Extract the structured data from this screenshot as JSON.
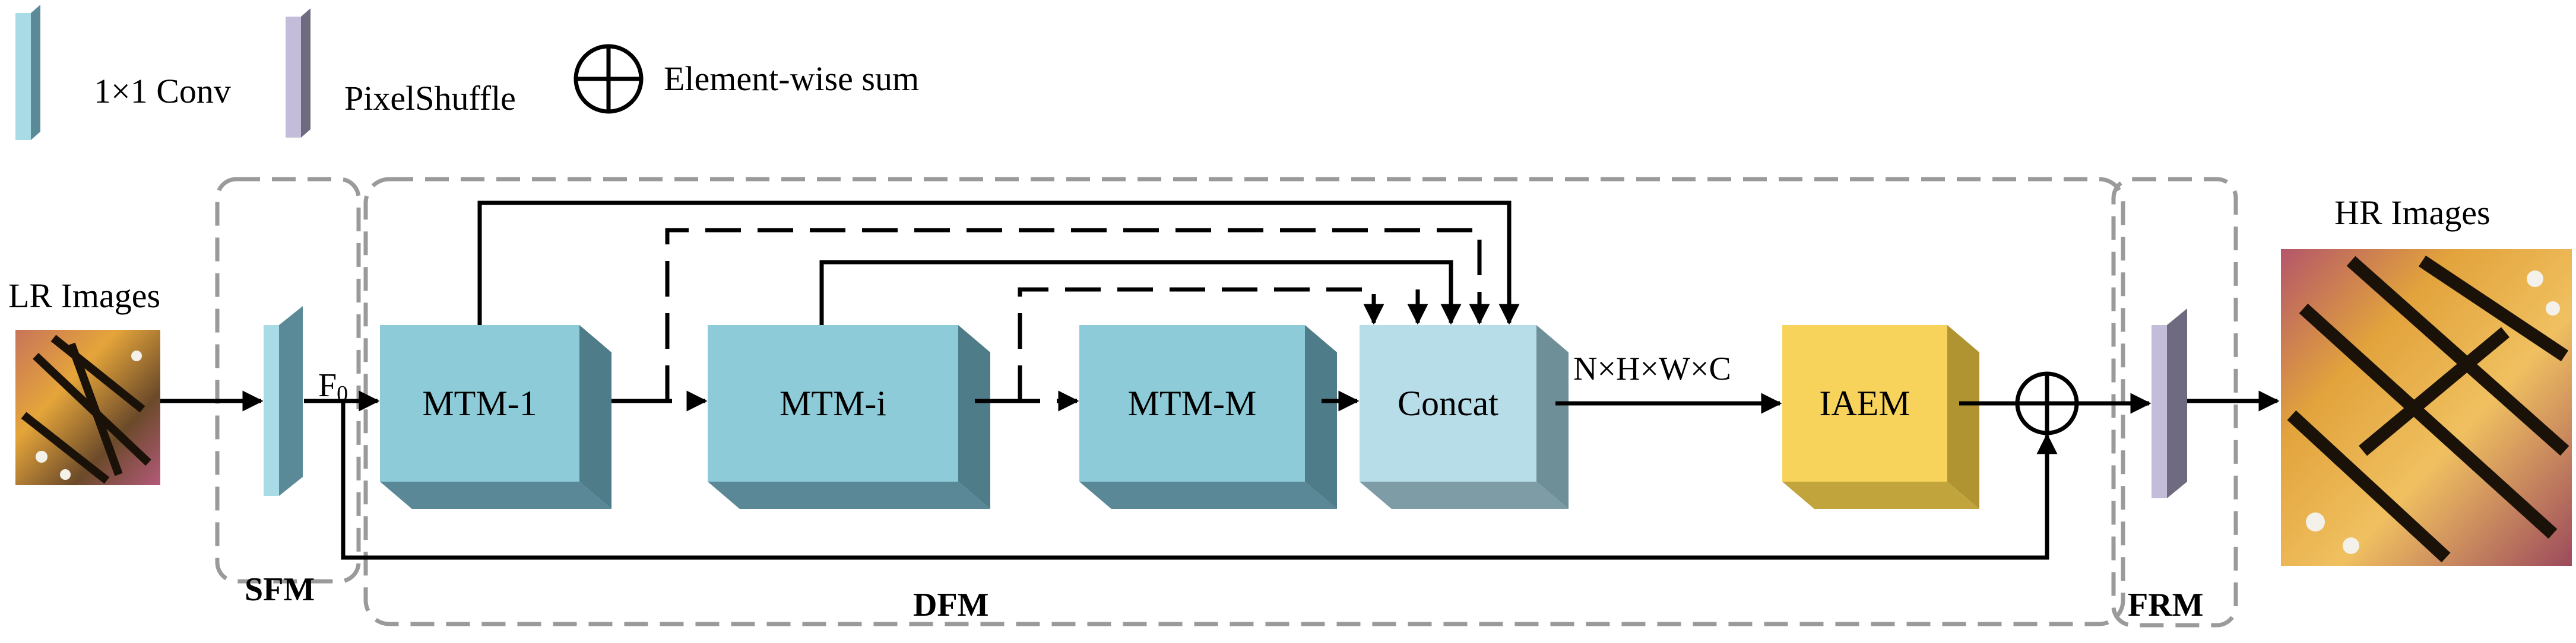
{
  "legend": {
    "conv": "1×1 Conv",
    "pixelshuffle": "PixelShuffle",
    "sum": "Element-wise sum"
  },
  "labels": {
    "lr_images": "LR Images",
    "hr_images": "HR Images",
    "f0": "F",
    "f0_sub": "0",
    "dims": "N×H×W×C"
  },
  "regions": {
    "sfm": "SFM",
    "dfm": "DFM",
    "frm": "FRM"
  },
  "blocks": {
    "mtm1": "MTM-1",
    "mtmi": "MTM-i",
    "mtmM": "MTM-M",
    "concat": "Concat",
    "iaem": "IAEM"
  },
  "colors": {
    "conv": "#a9dbe6",
    "pixelshuffle": "#c4bdd9",
    "mtm": "#8ecbd9",
    "concat": "#b7dde8",
    "iaem": "#f7d35c",
    "line": "#000000",
    "region_border": "#9a9a9a"
  }
}
